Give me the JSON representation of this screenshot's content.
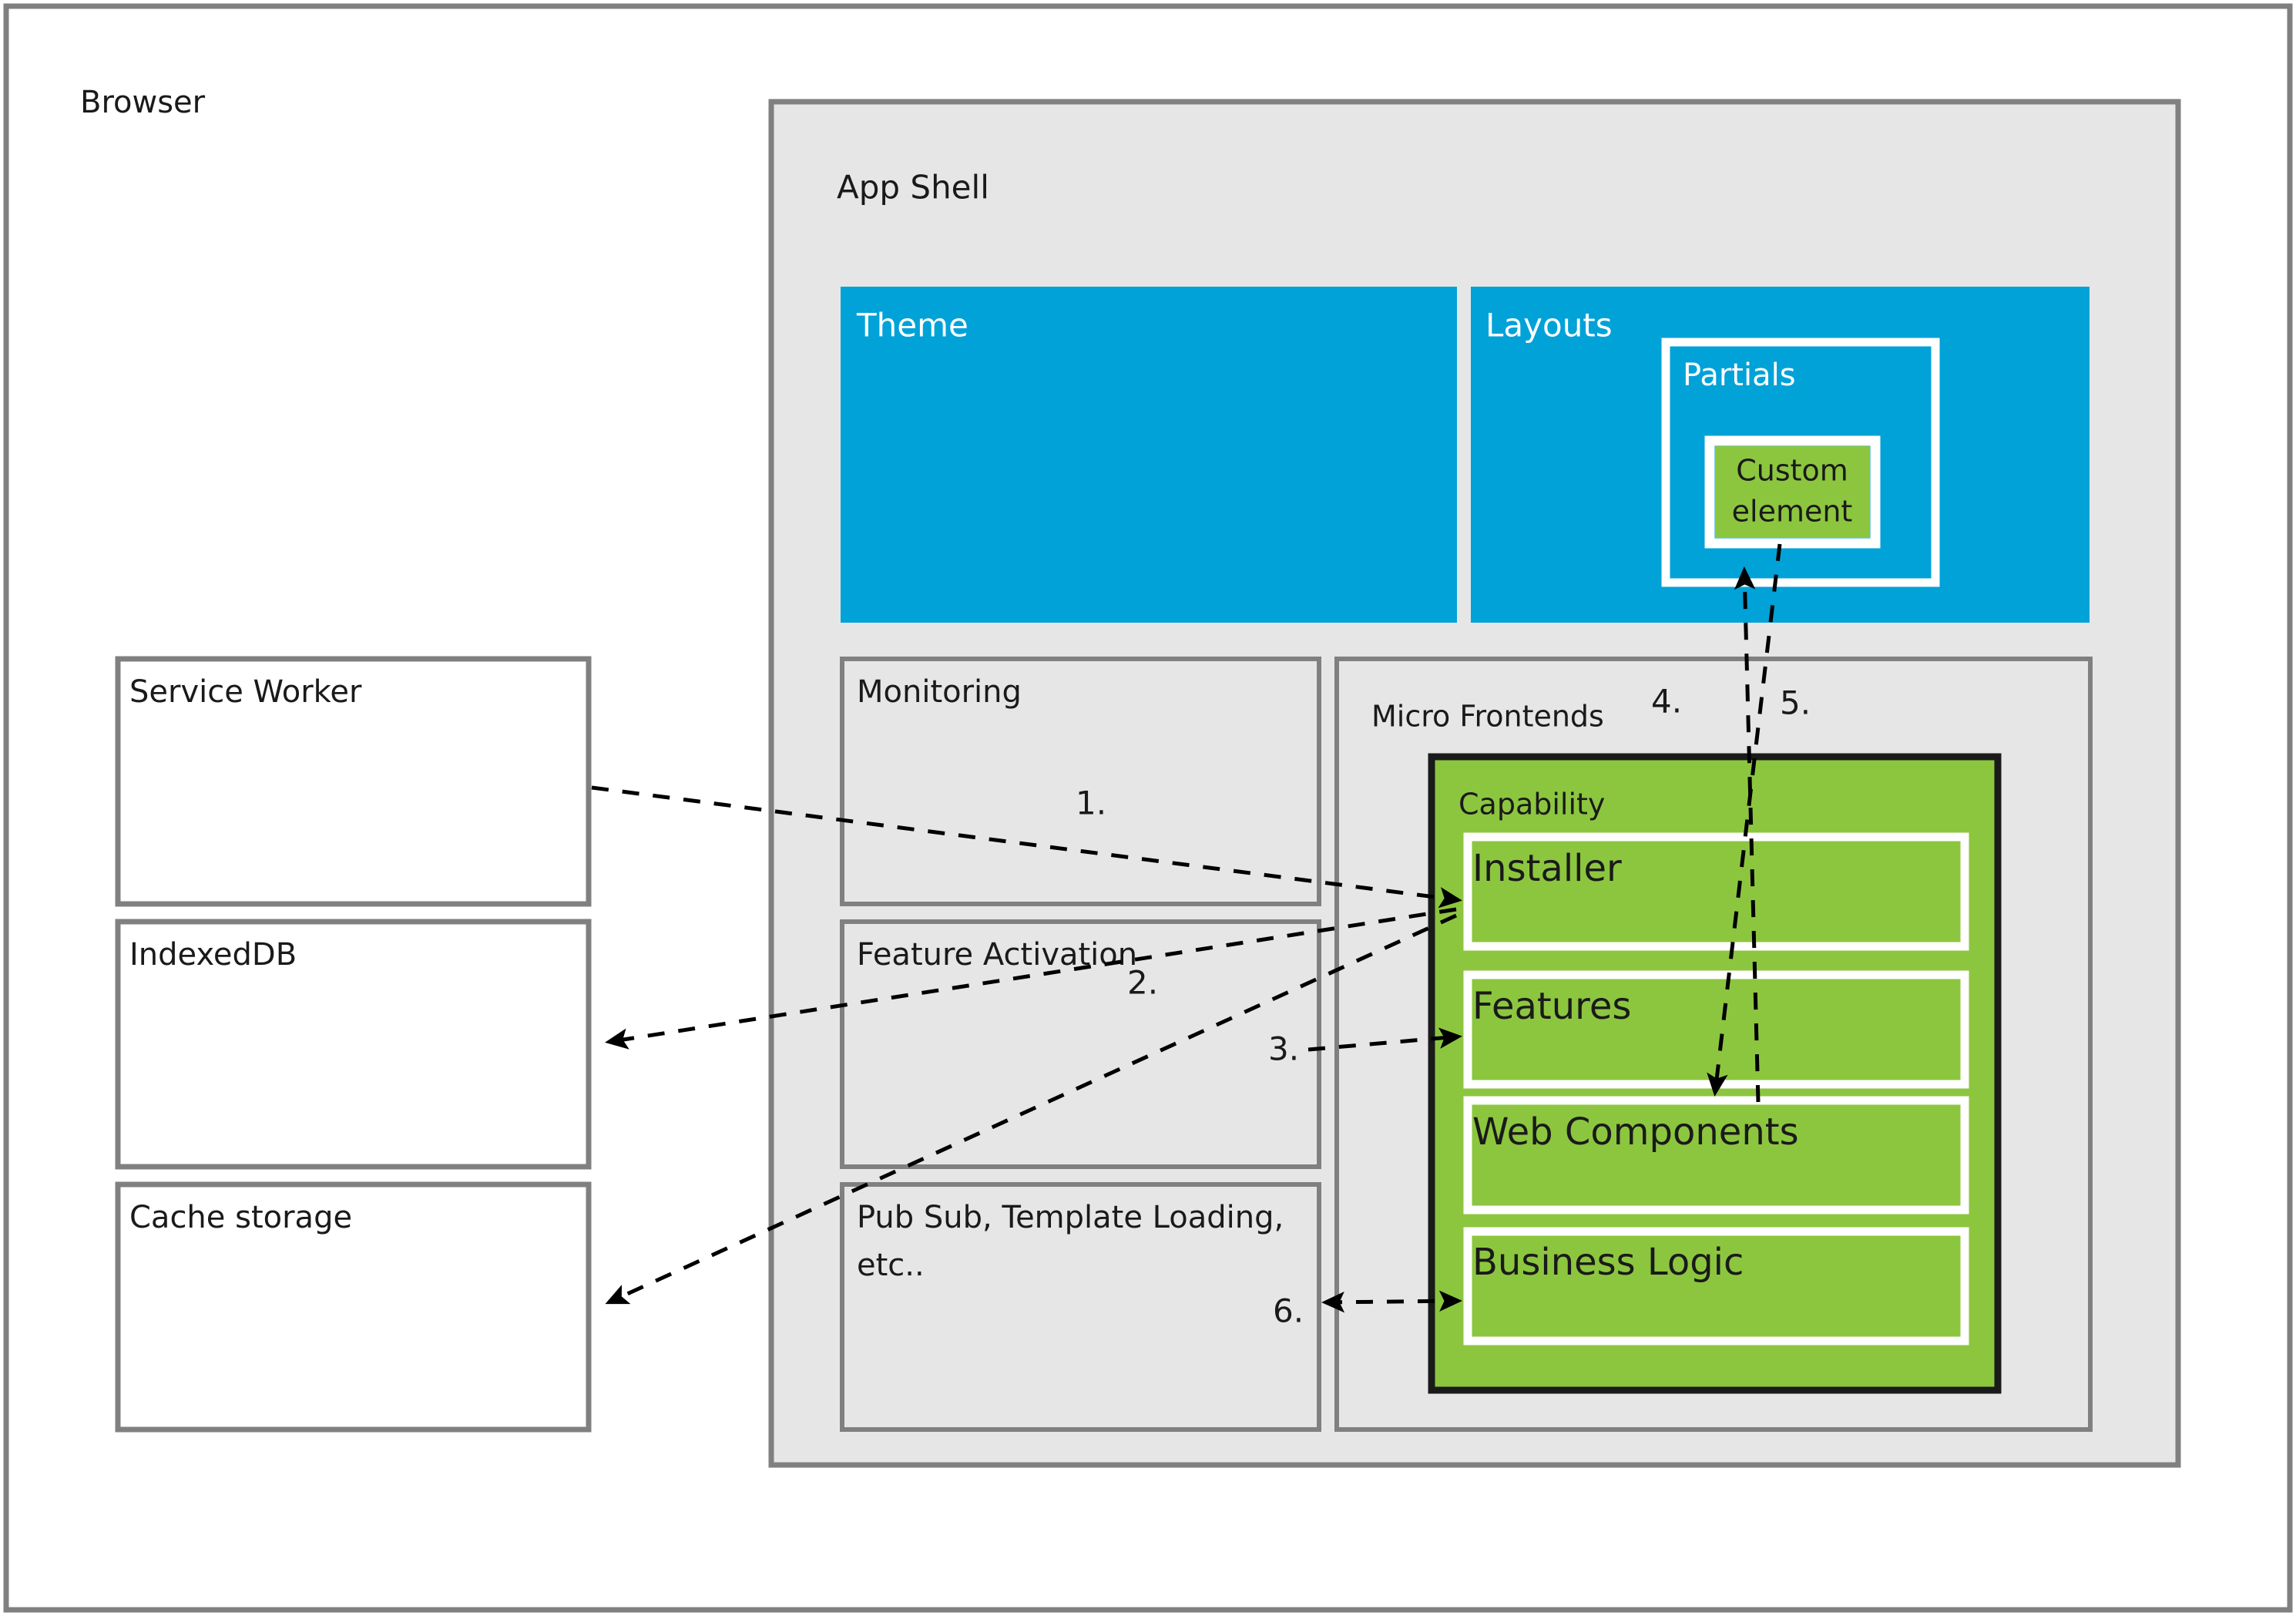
{
  "diagram": {
    "title": "Browser",
    "colors": {
      "page_background": "#ffffff",
      "outer_border": "#808080",
      "panel_background": "#e6e6e6",
      "panel_border": "#808080",
      "blue": "#00a2d8",
      "green": "#8cc63f",
      "capability_border": "#1a1a1a",
      "white_border": "#ffffff",
      "arrow": "#000000",
      "text": "#1a1a1a",
      "text_on_blue": "#ffffff"
    }
  },
  "browser": {
    "label": "Browser"
  },
  "app_shell": {
    "label": "App Shell",
    "theme": {
      "label": "Theme"
    },
    "layouts": {
      "label": "Layouts",
      "partials": {
        "label": "Partials",
        "custom_element": {
          "line1": "Custom",
          "line2": "element"
        }
      }
    },
    "services": [
      {
        "label": "Monitoring"
      },
      {
        "label": "Feature Activation"
      },
      {
        "label": "Pub Sub, Template Loading,",
        "label_line2": "etc.."
      }
    ],
    "micro_frontends": {
      "label": "Micro Frontends",
      "capability": {
        "label": "Capability",
        "layers": [
          {
            "label": "Installer"
          },
          {
            "label": "Features"
          },
          {
            "label": "Web Components"
          },
          {
            "label": "Business Logic"
          }
        ]
      }
    }
  },
  "browser_apis": [
    {
      "label": "Service Worker"
    },
    {
      "label": "IndexedDB"
    },
    {
      "label": "Cache storage"
    }
  ],
  "flows": [
    {
      "number": "1.",
      "from": "Service Worker",
      "to": "Installer",
      "direction": "one-way"
    },
    {
      "number": "2.",
      "from": "Installer",
      "to": "IndexedDB",
      "direction": "one-way"
    },
    {
      "number": "3.",
      "from": "Feature Activation",
      "to": "Features",
      "direction": "one-way"
    },
    {
      "number": "4.",
      "from": "Capability",
      "to": "Custom element",
      "direction": "one-way"
    },
    {
      "number": "5.",
      "from": "Custom element",
      "to": "Web Components",
      "direction": "one-way"
    },
    {
      "number": "6.",
      "from": "Business Logic",
      "to": "Pub Sub, Template Loading, etc..",
      "direction": "two-way"
    },
    {
      "number": "",
      "from": "Installer",
      "to": "Cache storage",
      "direction": "one-way"
    }
  ]
}
